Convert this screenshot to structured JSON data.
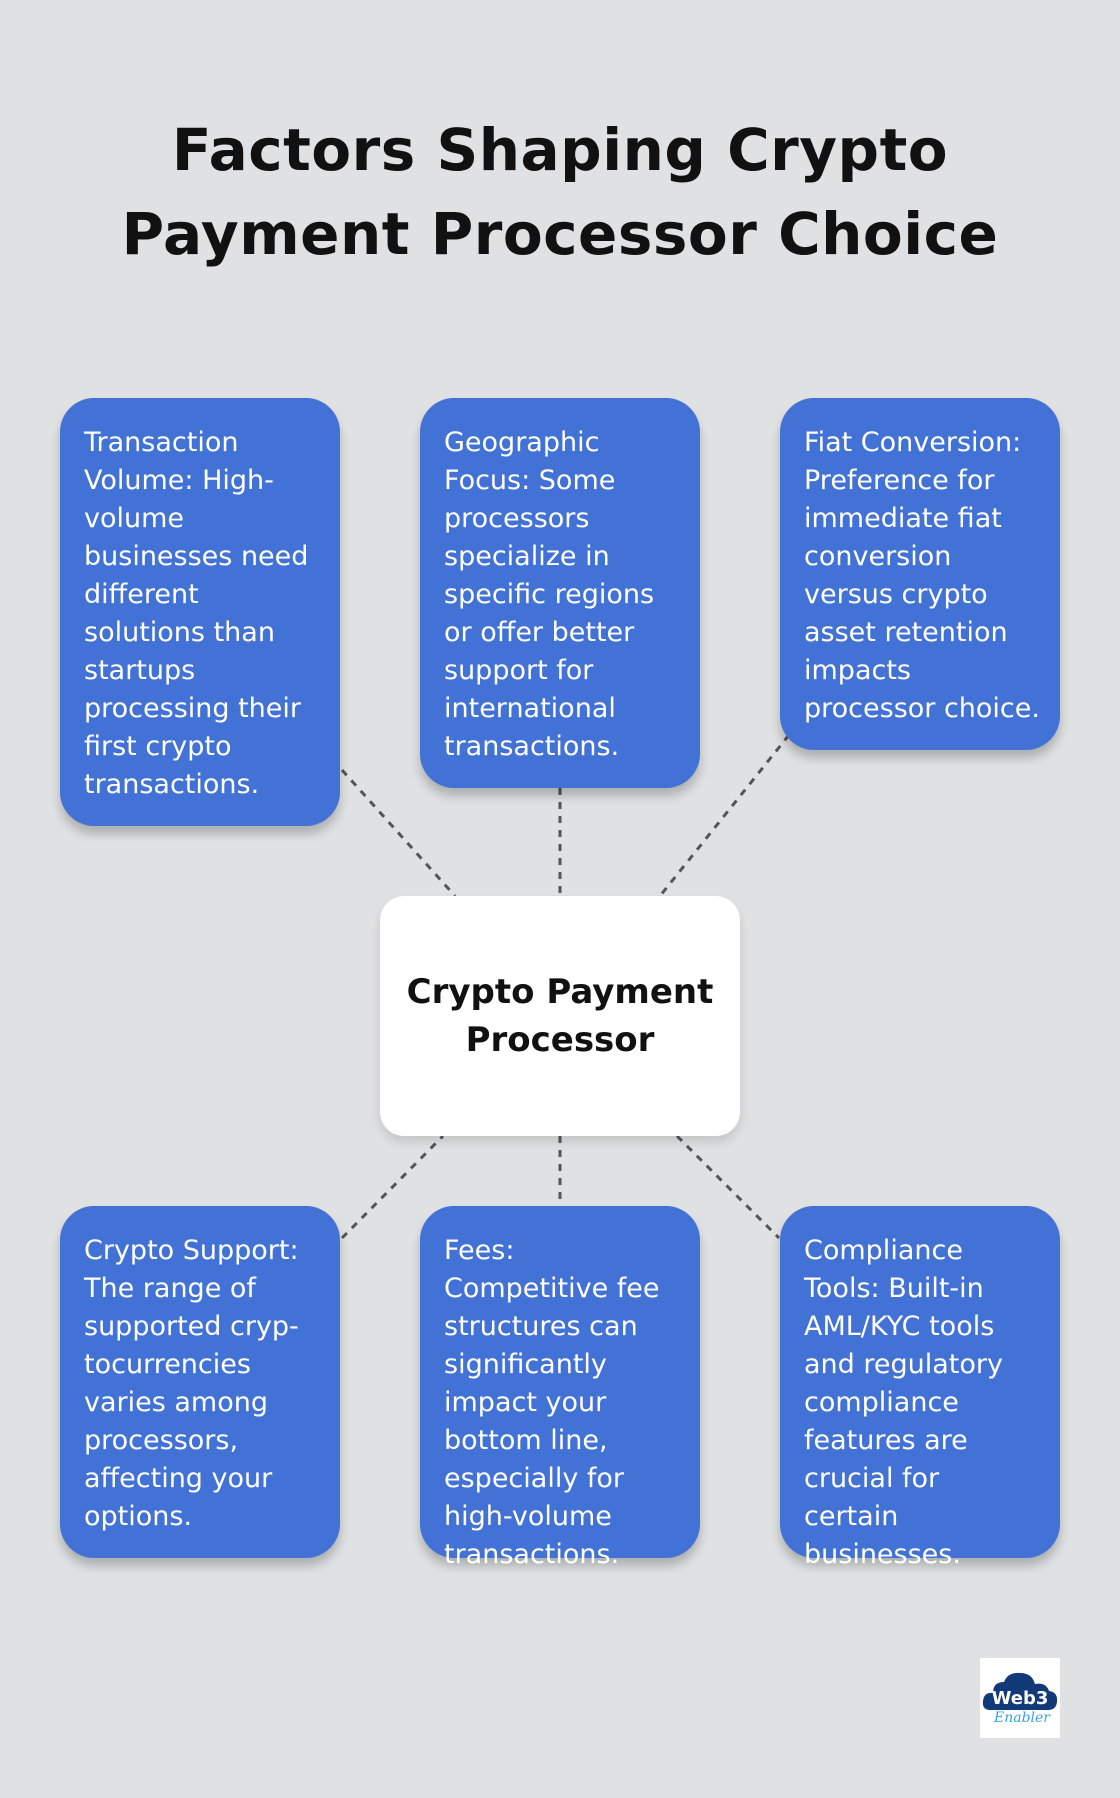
{
  "title_lines": [
    "Factors Shaping Crypto",
    "Payment Processor Choice"
  ],
  "center_label": [
    "Crypto Payment",
    "Processor"
  ],
  "factors": [
    {
      "text": "Transaction Volume: High-volume businesses need different solutions than startups processing their first crypto transactions."
    },
    {
      "text": "Geographic Focus: Some processors specialize in specific regions or offer better support for international transactions."
    },
    {
      "text": "Fiat Conversion: Preference for immediate fiat conversion versus crypto asset retention impacts processor choice."
    },
    {
      "text": "Crypto Support: The range of supported cryp-tocurrencies varies among processors, affecting your options."
    },
    {
      "text": "Fees: Competitive fee structures can significantly impact your bottom line, especially for high-volume transactions."
    },
    {
      "text": "Compliance Tools: Built-in AML/KYC tools and regulatory compliance features are crucial for certain businesses."
    }
  ],
  "logo": {
    "line1": "Web3",
    "line2": "Enabler"
  },
  "colors": {
    "card": "#4272d5",
    "background": "#dfe1e2",
    "connector": "#555555",
    "logo_cloud": "#123a78",
    "logo_script": "#3aa0e8"
  }
}
